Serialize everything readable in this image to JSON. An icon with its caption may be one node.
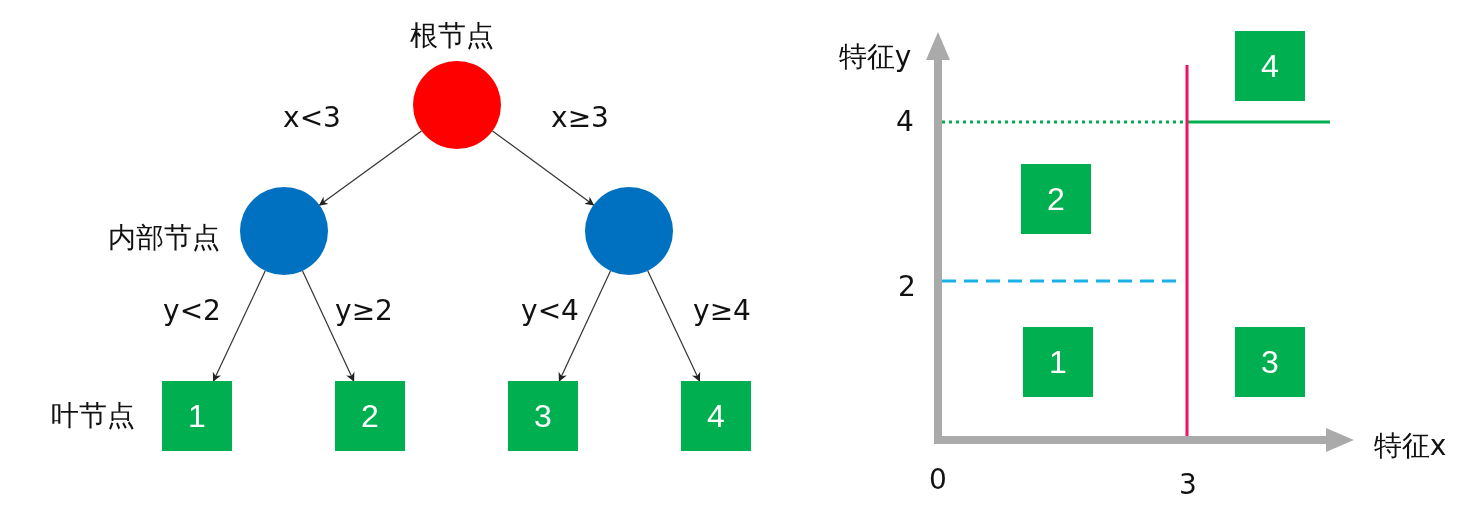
{
  "diagram": {
    "nodes": [
      {
        "text": [],
        "shape": "circle",
        "beside": [
          "根节点"
        ]
      },
      {
        "text": [],
        "shape": "circle",
        "beside": [
          "内部节点"
        ]
      },
      {
        "text": [],
        "shape": "circle"
      },
      {
        "text": [
          "1"
        ],
        "beside": [
          "叶节点"
        ]
      },
      {
        "text": [
          "2"
        ]
      },
      {
        "text": [
          "3"
        ]
      },
      {
        "text": [
          "4"
        ]
      },
      {
        "text": [
          "4"
        ]
      },
      {
        "text": [
          "2"
        ]
      },
      {
        "text": [
          "1"
        ]
      },
      {
        "text": [
          "3"
        ]
      }
    ],
    "edges": [
      {
        "from": 0,
        "to": 1,
        "arrow": "to",
        "label": "x<3"
      },
      {
        "from": 0,
        "to": 2,
        "arrow": "to",
        "label": "x≥3"
      },
      {
        "from": 1,
        "to": 3,
        "arrow": "to",
        "label": "y<2"
      },
      {
        "from": 1,
        "to": 4,
        "arrow": "to",
        "label": "y≥2"
      },
      {
        "from": 2,
        "to": 5,
        "arrow": "to",
        "label": "y<4"
      },
      {
        "from": 2,
        "to": 6,
        "arrow": "to",
        "label": "y≥4"
      }
    ],
    "labels": [
      "特征y",
      "4",
      "2",
      "特征x",
      "0",
      "3"
    ]
  }
}
